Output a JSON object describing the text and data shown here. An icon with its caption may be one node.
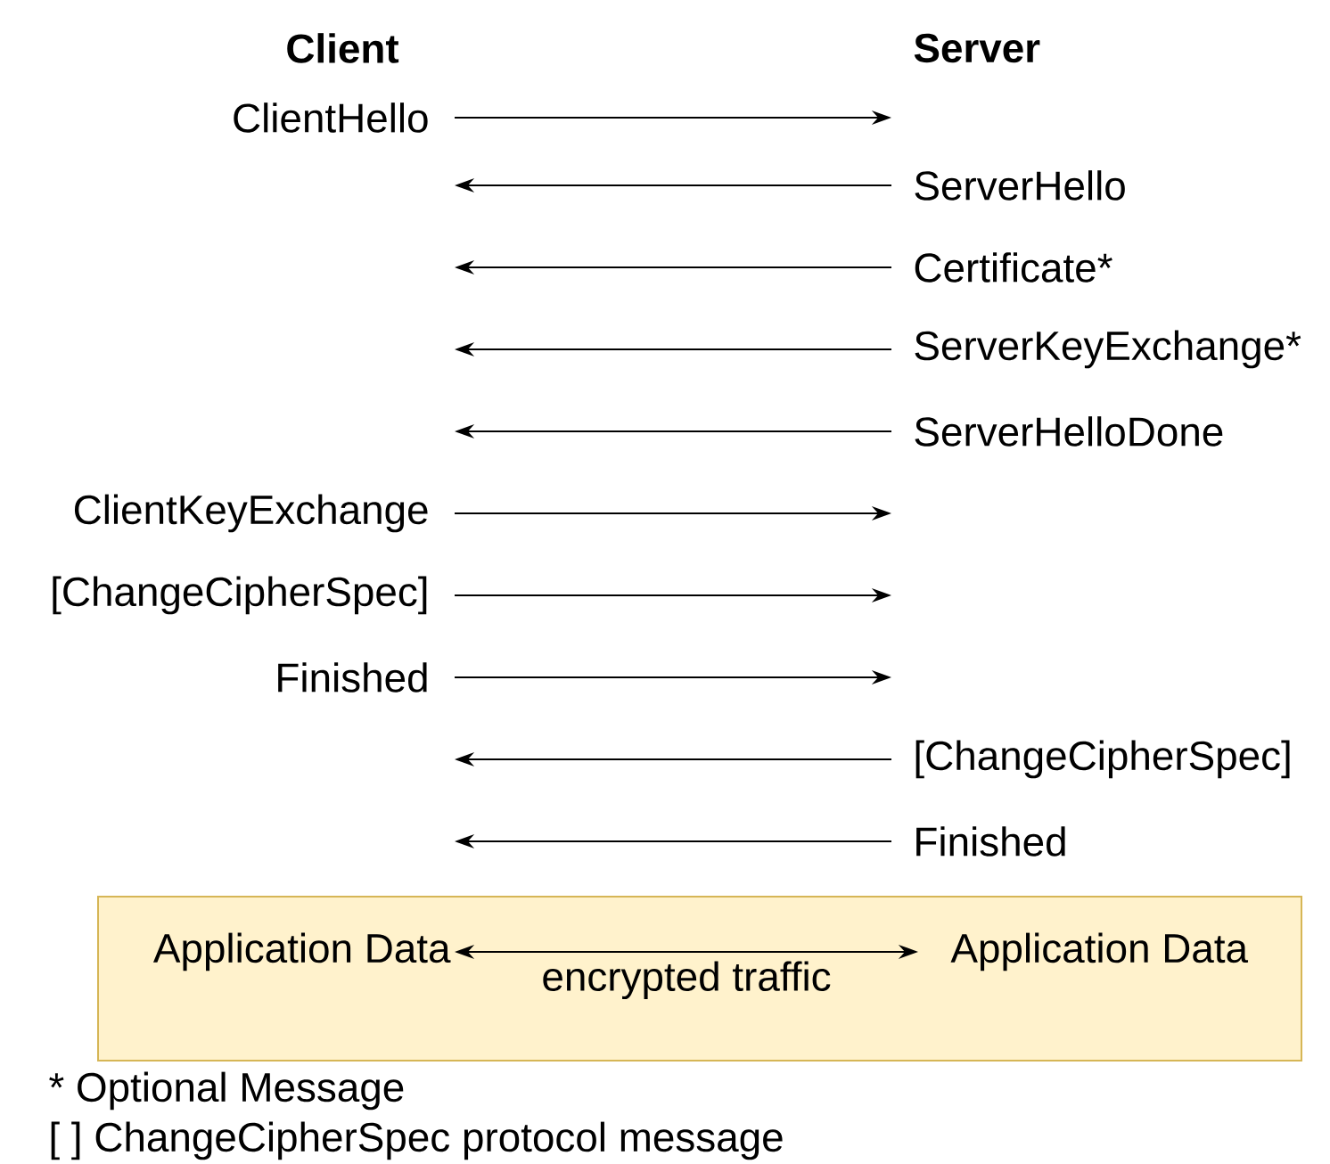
{
  "diagram": {
    "nodes": [
      {
        "text": [
          "ClientHello"
        ]
      },
      {
        "text": [
          "ServerHello"
        ]
      },
      {
        "text": [
          "Certificate*"
        ]
      },
      {
        "text": [
          "ServerKeyExchange*"
        ]
      },
      {
        "text": [
          "ServerHelloDone"
        ]
      },
      {
        "text": [
          "ClientKeyExchange"
        ]
      },
      {
        "text": [
          "[ChangeCipherSpec]"
        ]
      },
      {
        "text": [
          "Finished"
        ]
      },
      {
        "text": [
          "[ChangeCipherSpec]"
        ]
      },
      {
        "text": [
          "Finished"
        ]
      },
      {
        "text": [],
        "shape": "box"
      },
      {
        "text": [
          "Application Data"
        ],
        "in": 10
      },
      {
        "text": [
          "Application Data"
        ],
        "in": 10
      }
    ],
    "edges": [
      {
        "from": 0,
        "to": null,
        "arrow": "to"
      },
      {
        "from": 1,
        "to": null,
        "arrow": "to"
      },
      {
        "from": 2,
        "to": null,
        "arrow": "to"
      },
      {
        "from": 3,
        "to": null,
        "arrow": "to"
      },
      {
        "from": 4,
        "to": null,
        "arrow": "to"
      },
      {
        "from": 5,
        "to": null,
        "arrow": "to"
      },
      {
        "from": 6,
        "to": null,
        "arrow": "to"
      },
      {
        "from": 7,
        "to": null,
        "arrow": "to"
      },
      {
        "from": 8,
        "to": null,
        "arrow": "to"
      },
      {
        "from": 9,
        "to": null,
        "arrow": "to"
      },
      {
        "from": 11,
        "to": 12,
        "arrow": "both",
        "label": "encrypted traffic"
      }
    ],
    "labels": [
      "Client",
      "Server",
      "* Optional Message",
      "[ ] ChangeCipherSpec protocol message"
    ]
  }
}
